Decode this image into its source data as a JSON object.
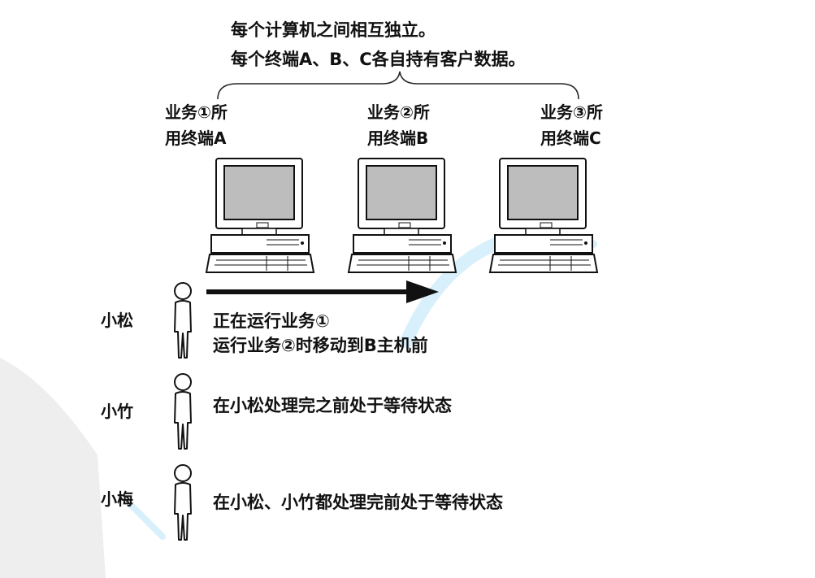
{
  "header": {
    "line1": "每个计算机之间相互独立。",
    "line2": "每个终端A、B、C各自持有客户数据。"
  },
  "terminals": [
    {
      "line1": "业务①所",
      "line2": "用终端A"
    },
    {
      "line1": "业务②所",
      "line2": "用终端B"
    },
    {
      "line1": "业务③所",
      "line2": "用终端C"
    }
  ],
  "people": [
    {
      "name": "小松",
      "text1": "正在运行业务①",
      "text2": "运行业务②时移动到B主机前"
    },
    {
      "name": "小竹",
      "text1": "在小松处理完之前处于等待状态"
    },
    {
      "name": "小梅",
      "text1": "在小松、小竹都处理完前处于等待状态"
    }
  ]
}
